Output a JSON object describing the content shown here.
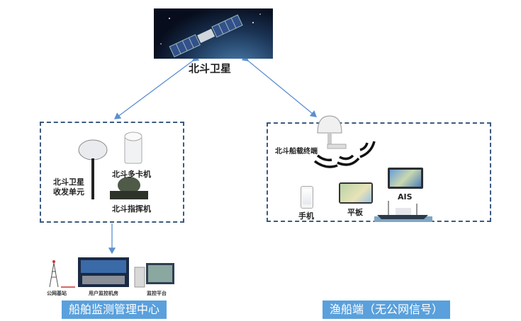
{
  "satellite": {
    "label": "北斗卫星"
  },
  "left_group": {
    "items": [
      {
        "label": "北斗多卡机"
      },
      {
        "label": "北斗卫星\n收发单元"
      },
      {
        "label": "北斗指挥机"
      }
    ]
  },
  "right_group": {
    "terminal_label": "北斗船载终端",
    "items": [
      {
        "label": "手机"
      },
      {
        "label": "平板"
      },
      {
        "label": "AIS"
      }
    ]
  },
  "center": {
    "title": "船舶监测管理中心",
    "sub_labels": [
      "公网基站",
      "用户监控机房",
      "监控平台"
    ]
  },
  "fishing": {
    "title": "渔船端（无公网信号）"
  },
  "colors": {
    "arrow": "#5b8fd0",
    "dash": "#3a5a80",
    "label_bg": "#5aa0dc"
  }
}
